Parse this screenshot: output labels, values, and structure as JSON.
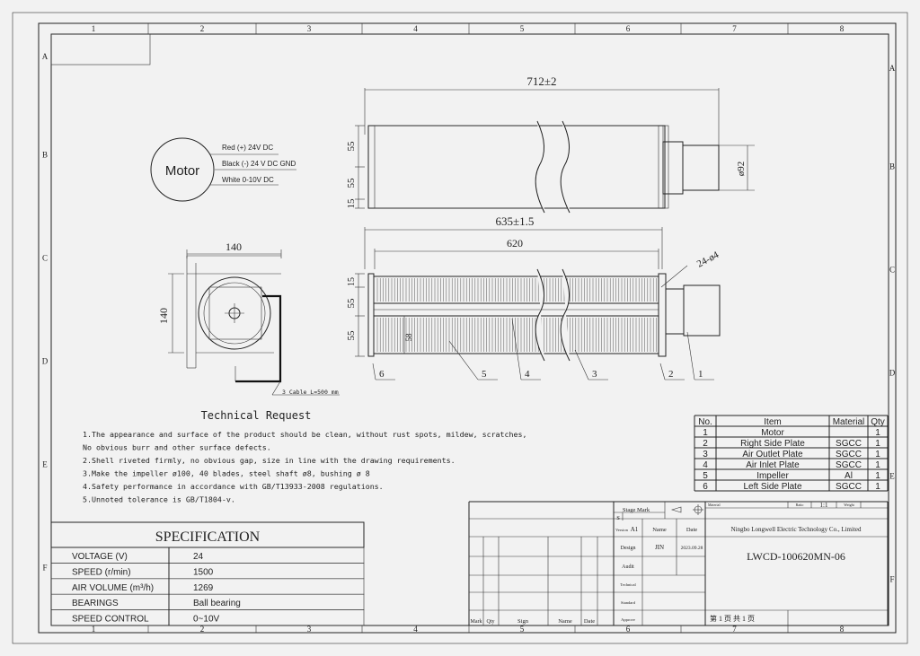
{
  "grid": {
    "cols": [
      "1",
      "2",
      "3",
      "4",
      "5",
      "6",
      "7",
      "8"
    ],
    "rows": [
      "A",
      "B",
      "C",
      "D",
      "E",
      "F"
    ]
  },
  "motor": {
    "label": "Motor",
    "wires": [
      "Red (+) 24V DC",
      "Black (-) 24 V DC GND",
      "White 0-10V DC"
    ]
  },
  "dims": {
    "overall_length": "712±2",
    "housing_length": "635±1.5",
    "impeller_length": "620",
    "motor_diameter": "ø92",
    "holes": "24-ø4",
    "side_width": "140",
    "side_height": "140",
    "v55a": "55",
    "v55b": "55",
    "v15": "15",
    "v15b": "15",
    "v55c": "55",
    "v55d": "55",
    "impeller_dia": "58",
    "cable": "3 Cable L=500 mm"
  },
  "callouts": [
    "6",
    "5",
    "4",
    "3",
    "2",
    "1"
  ],
  "technical": {
    "title": "Technical Request",
    "lines": [
      "1.The appearance and surface of the product should be clean, without rust spots, mildew, scratches,",
      "  No obvious burr and other surface defects.",
      "2.Shell riveted firmly, no obvious gap, size in line with the drawing requirements.",
      "3.Make the impeller ø100, 40 blades, steel shaft ø8, bushing ø 8",
      "4.Safety performance in accordance with GB/T13933-2008 regulations.",
      "5.Unnoted tolerance is GB/T1804-v."
    ]
  },
  "spec": {
    "title": "SPECIFICATION",
    "rows": [
      {
        "k": "VOLTAGE (V)",
        "v": "24"
      },
      {
        "k": "SPEED   (r/min)",
        "v": "1500"
      },
      {
        "k": "AIR  VOLUME   (m³/h)",
        "v": "1269"
      },
      {
        "k": "BEARINGS",
        "v": "Ball bearing"
      },
      {
        "k": "SPEED CONTROL",
        "v": "0~10V"
      }
    ]
  },
  "bom": {
    "headers": [
      "No.",
      "Item",
      "Material",
      "Qty"
    ],
    "rows": [
      [
        "1",
        "Motor",
        "",
        "1"
      ],
      [
        "2",
        "Right Side Plate",
        "SGCC",
        "1"
      ],
      [
        "3",
        "Air Outlet Plate",
        "SGCC",
        "1"
      ],
      [
        "4",
        "Air Inlet Plate",
        "SGCC",
        "1"
      ],
      [
        "5",
        "Impeller",
        "Al",
        "1"
      ],
      [
        "6",
        "Left Side Plate",
        "SGCC",
        "1"
      ]
    ]
  },
  "title_block": {
    "stage_mark": "Stage Mark",
    "stage_s": "S",
    "version": "Version",
    "version_val": "A1",
    "name": "Name",
    "date": "Date",
    "design": "Design",
    "designer": "JIN",
    "design_date": "2023.09.28",
    "audit": "Audit",
    "technical": "Technical",
    "standard": "Standard",
    "approve": "Approve",
    "material": "Material",
    "ratio": "Ratio",
    "ratio_val": "1:1",
    "weight": "Weight",
    "company": "Ningbo Longwell Electric Technology  Co., Limited",
    "part_no": "LWCD-100620MN-06",
    "page": "第 1 页   共 1 页",
    "footer": [
      "Mark",
      "Qty",
      "Sign",
      "Name",
      "Date"
    ]
  }
}
